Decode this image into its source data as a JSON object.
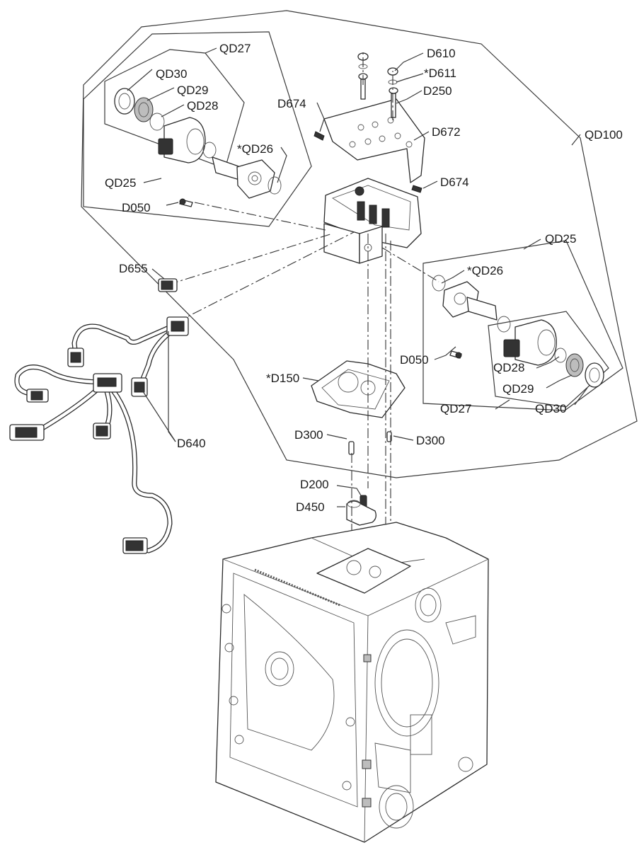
{
  "labels": {
    "qd27_top": "QD27",
    "qd30_top": "QD30",
    "qd29_top": "QD29",
    "qd28_top": "QD28",
    "d674_top": "D674",
    "qd26_top": "*QD26",
    "qd25_top": "QD25",
    "d050_top": "D050",
    "d655": "D655",
    "d610": "D610",
    "d611": "*D611",
    "d250": "D250",
    "d672": "D672",
    "d674_right": "D674",
    "qd100": "QD100",
    "qd25_right": "QD25",
    "qd26_right": "*QD26",
    "d050_right": "D050",
    "qd28_right": "QD28",
    "qd29_right": "QD29",
    "qd27_right": "QD27",
    "qd30_right": "QD30",
    "d150": "*D150",
    "d640": "D640",
    "d300_left": "D300",
    "d300_right": "D300",
    "d200": "D200",
    "d450": "D450"
  },
  "colors": {
    "line": "#2a2a2a",
    "background": "#ffffff"
  }
}
